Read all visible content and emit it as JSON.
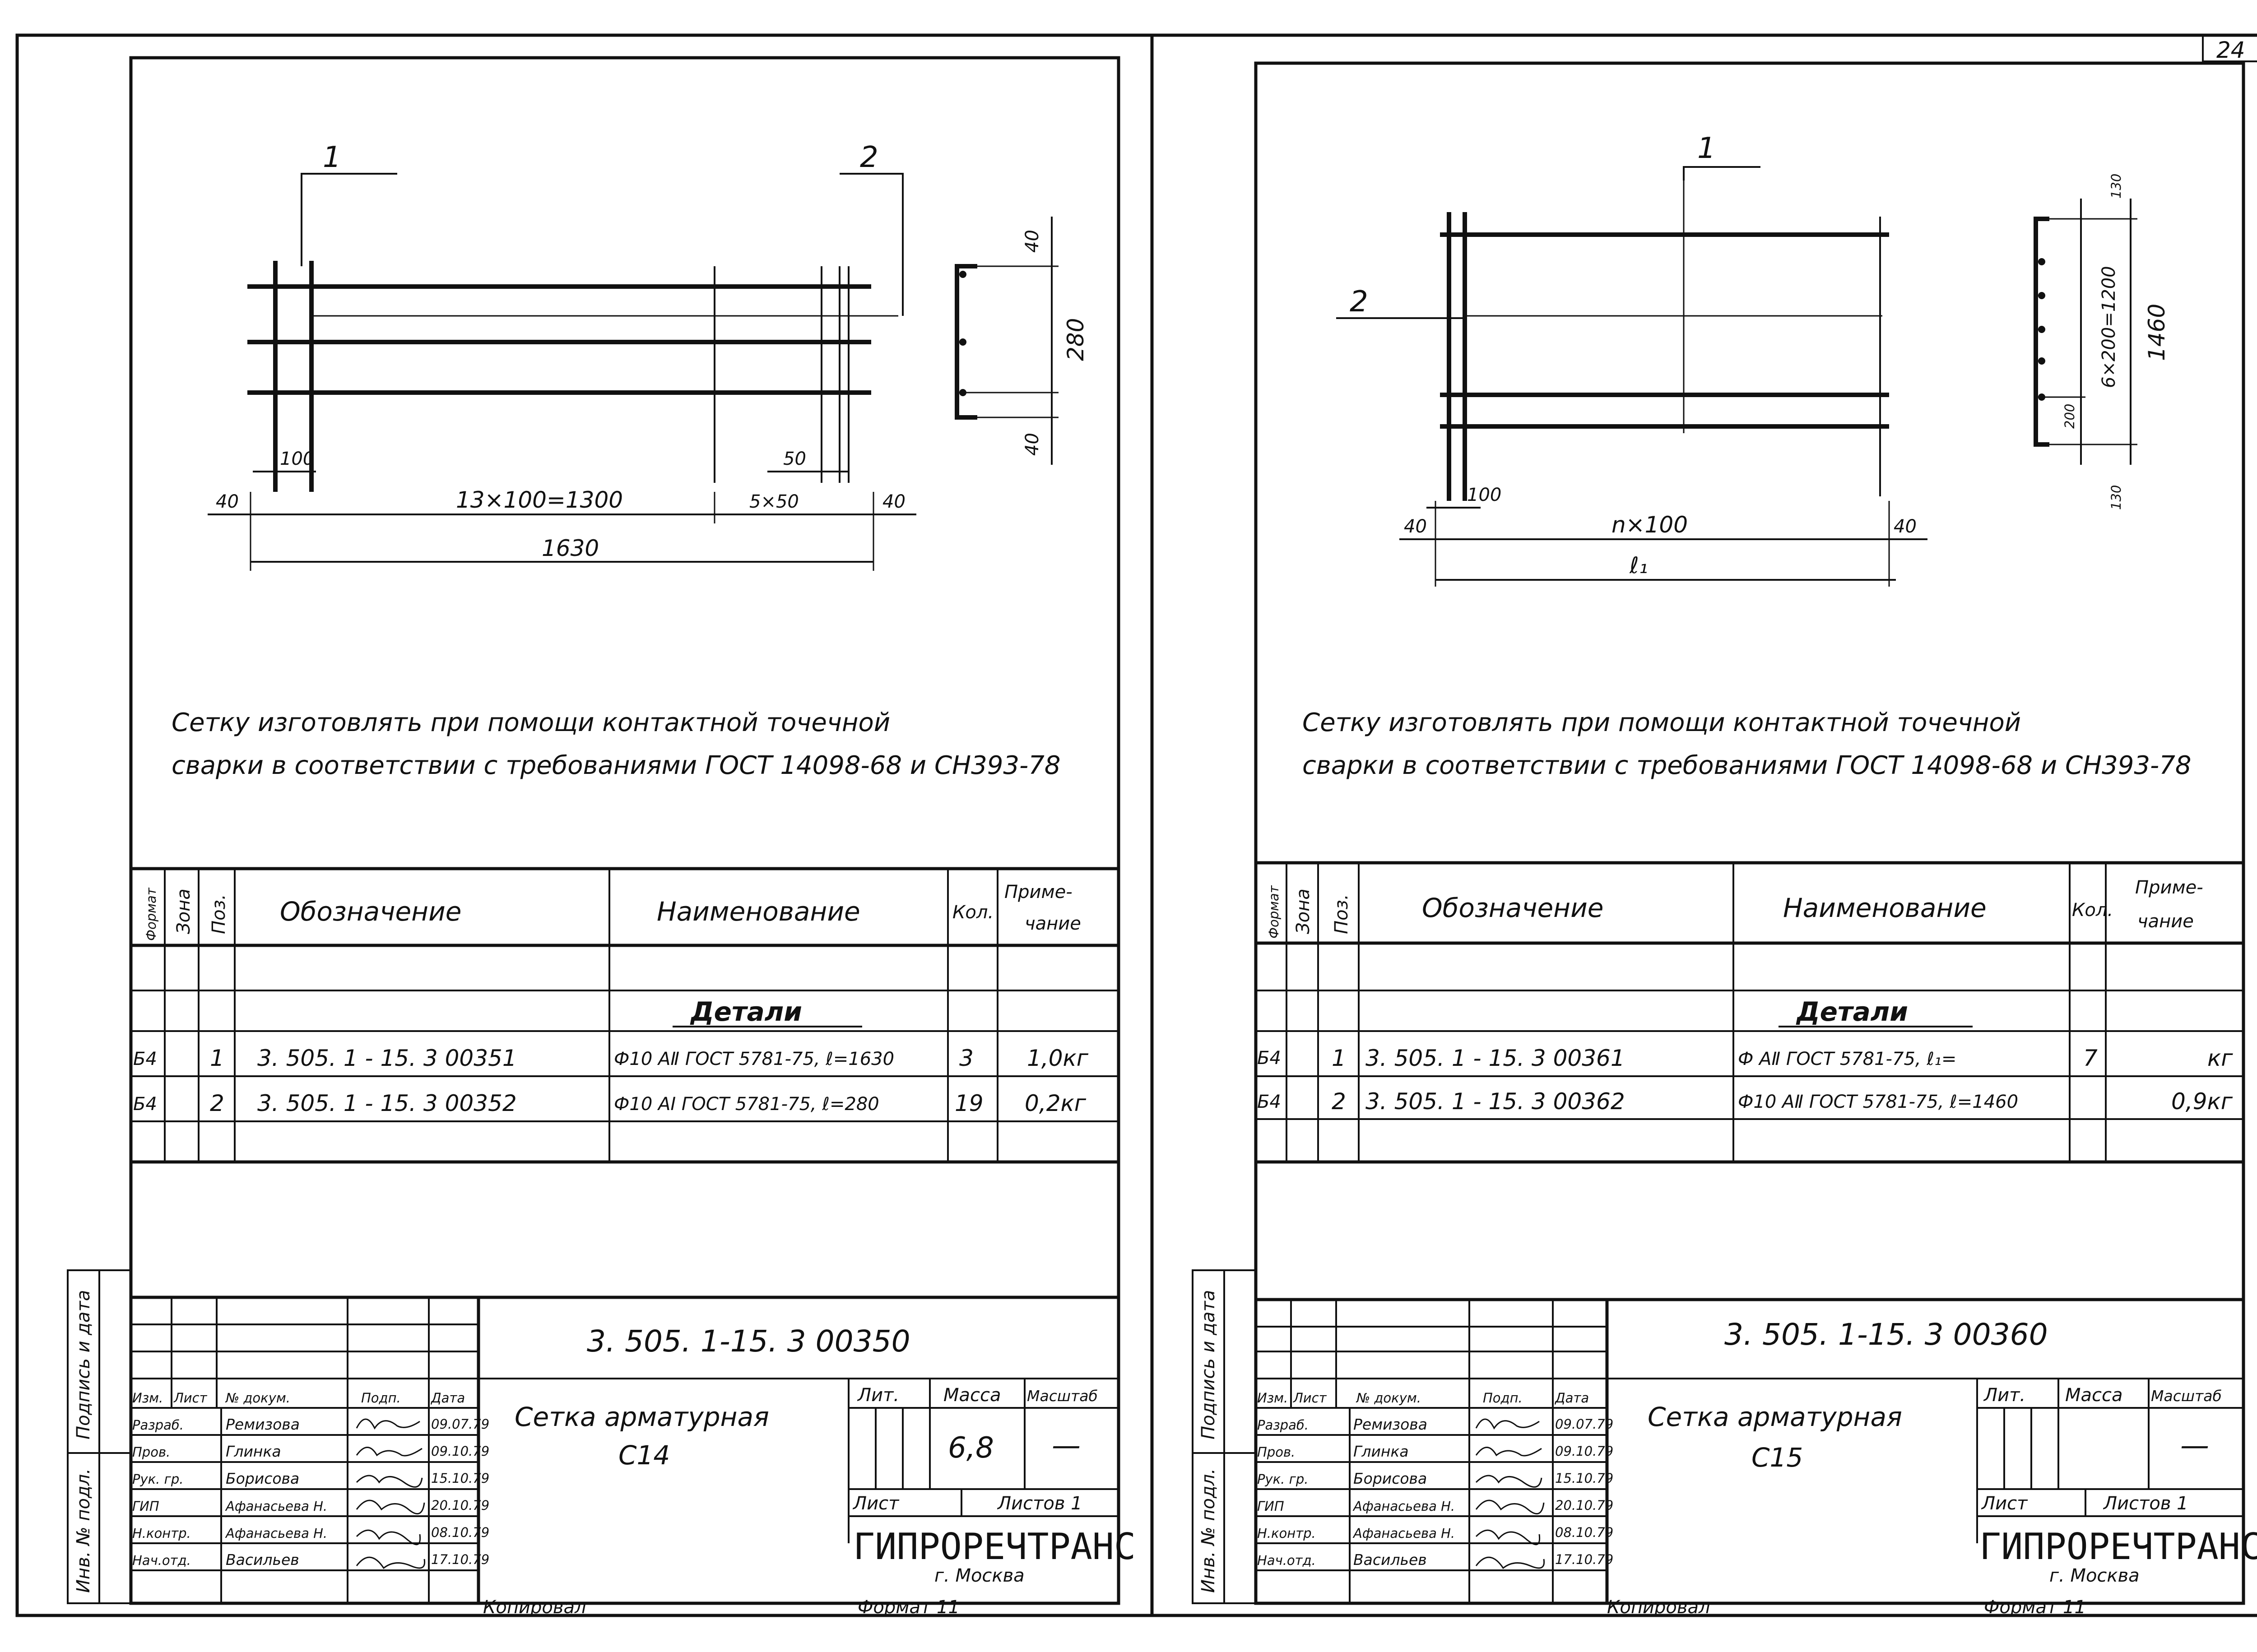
{
  "page_number": "24",
  "sheets": [
    {
      "drawing": {
        "leader1": "1",
        "leader2": "2",
        "dim_pitch": "100",
        "dim_fine": "50",
        "dim_left": "40",
        "dim_main": "13×100=1300",
        "dim_second": "5×50",
        "dim_right": "40",
        "dim_total": "1630",
        "section_top": "40",
        "section_mid": "280",
        "section_bot": "40"
      },
      "note_line1": "Сетку изготовлять при помощи контактной точечной",
      "note_line2": "сварки в соответствии с требованиями ГОСТ 14098-68 и СН393-78",
      "spec": {
        "headers": {
          "format": "Формат",
          "zone": "Зона",
          "pos": "Поз.",
          "designation": "Обозначение",
          "name": "Наименование",
          "qty": "Кол.",
          "note1": "Приме-",
          "note2": "чание"
        },
        "section": "Детали",
        "rows": [
          {
            "format": "Б4",
            "pos": "1",
            "designation": "3. 505. 1 - 15. 3   00351",
            "name": "Ф10 АⅡ ГОСТ 5781-75, ℓ=1630",
            "qty": "3",
            "note": "1,0кг"
          },
          {
            "format": "Б4",
            "pos": "2",
            "designation": "3. 505. 1 - 15. 3   00352",
            "name": "Ф10 АⅠ ГОСТ 5781-75, ℓ=280",
            "qty": "19",
            "note": "0,2кг"
          }
        ]
      },
      "title": {
        "code": "3. 505. 1-15. 3   00350",
        "name_line1": "Сетка арматурная",
        "name_line2": "С14",
        "lit": "Лит.",
        "mass_label": "Масса",
        "scale_label": "Масштаб",
        "mass": "6,8",
        "scale": "—",
        "sheet": "Лист",
        "sheets": "Листов 1",
        "org": "ГИПРОРЕЧТРАНС",
        "city": "г. Москва",
        "copied": "Копировал",
        "format": "Формат 11",
        "sig_headers": [
          "Изм.",
          "Лист",
          "№ докум.",
          "Подп.",
          "Дата"
        ],
        "people": [
          {
            "role": "Разраб.",
            "name": "Ремизова",
            "date": "09.07.79"
          },
          {
            "role": "Пров.",
            "name": "Глинка",
            "date": "09.10.79"
          },
          {
            "role": "Рук. гр.",
            "name": "Борисова",
            "date": "15.10.79"
          },
          {
            "role": "ГИП",
            "name": "Афанасьева Н.",
            "date": "20.10.79"
          },
          {
            "role": "Н.контр.",
            "name": "Афанасьева Н.",
            "date": "08.10.79"
          },
          {
            "role": "Нач.отд.",
            "name": "Васильев",
            "date": "17.10.79"
          }
        ]
      },
      "side_stamp": {
        "inv": "Инв. № подл.",
        "sig": "Подпись и дата"
      }
    },
    {
      "drawing": {
        "leader1": "1",
        "leader2": "2",
        "dim_pitch": "100",
        "dim_left": "40",
        "dim_main": "n×100",
        "dim_right": "40",
        "dim_total": "ℓ₁",
        "section_top": "130",
        "section_pitch": "200",
        "section_mid": "6×200=1200",
        "section_total": "1460",
        "section_bot": "130"
      },
      "note_line1": "Сетку изготовлять при помощи контактной точечной",
      "note_line2": "сварки в соответствии с требованиями ГОСТ 14098-68 и СН393-78",
      "spec": {
        "headers": {
          "format": "Формат",
          "zone": "Зона",
          "pos": "Поз.",
          "designation": "Обозначение",
          "name": "Наименование",
          "qty": "Кол.",
          "note1": "Приме-",
          "note2": "чание"
        },
        "section": "Детали",
        "rows": [
          {
            "format": "Б4",
            "pos": "1",
            "designation": "3. 505. 1 - 15. 3   00361",
            "name": "Ф   АⅡ ГОСТ 5781-75, ℓ₁=",
            "qty": "7",
            "note": "кг"
          },
          {
            "format": "Б4",
            "pos": "2",
            "designation": "3. 505. 1 - 15. 3   00362",
            "name": "Ф10 АⅡ ГОСТ 5781-75, ℓ=1460",
            "qty": "",
            "note": "0,9кг"
          }
        ]
      },
      "title": {
        "code": "3. 505. 1-15. 3   00360",
        "name_line1": "Сетка арматурная",
        "name_line2": "С15",
        "lit": "Лит.",
        "mass_label": "Масса",
        "scale_label": "Масштаб",
        "mass": "",
        "scale": "—",
        "sheet": "Лист",
        "sheets": "Листов 1",
        "org": "ГИПРОРЕЧТРАНС",
        "city": "г. Москва",
        "copied": "Копировал",
        "format": "Формат 11",
        "sig_headers": [
          "Изм.",
          "Лист",
          "№ докум.",
          "Подп.",
          "Дата"
        ],
        "people": [
          {
            "role": "Разраб.",
            "name": "Ремизова",
            "date": "09.07.79"
          },
          {
            "role": "Пров.",
            "name": "Глинка",
            "date": "09.10.79"
          },
          {
            "role": "Рук. гр.",
            "name": "Борисова",
            "date": "15.10.79"
          },
          {
            "role": "ГИП",
            "name": "Афанасьева Н.",
            "date": "20.10.79"
          },
          {
            "role": "Н.контр.",
            "name": "Афанасьева Н.",
            "date": "08.10.79"
          },
          {
            "role": "Нач.отд.",
            "name": "Васильев",
            "date": "17.10.79"
          }
        ]
      },
      "side_stamp": {
        "inv": "Инв. № подл.",
        "sig": "Подпись и дата"
      }
    }
  ]
}
